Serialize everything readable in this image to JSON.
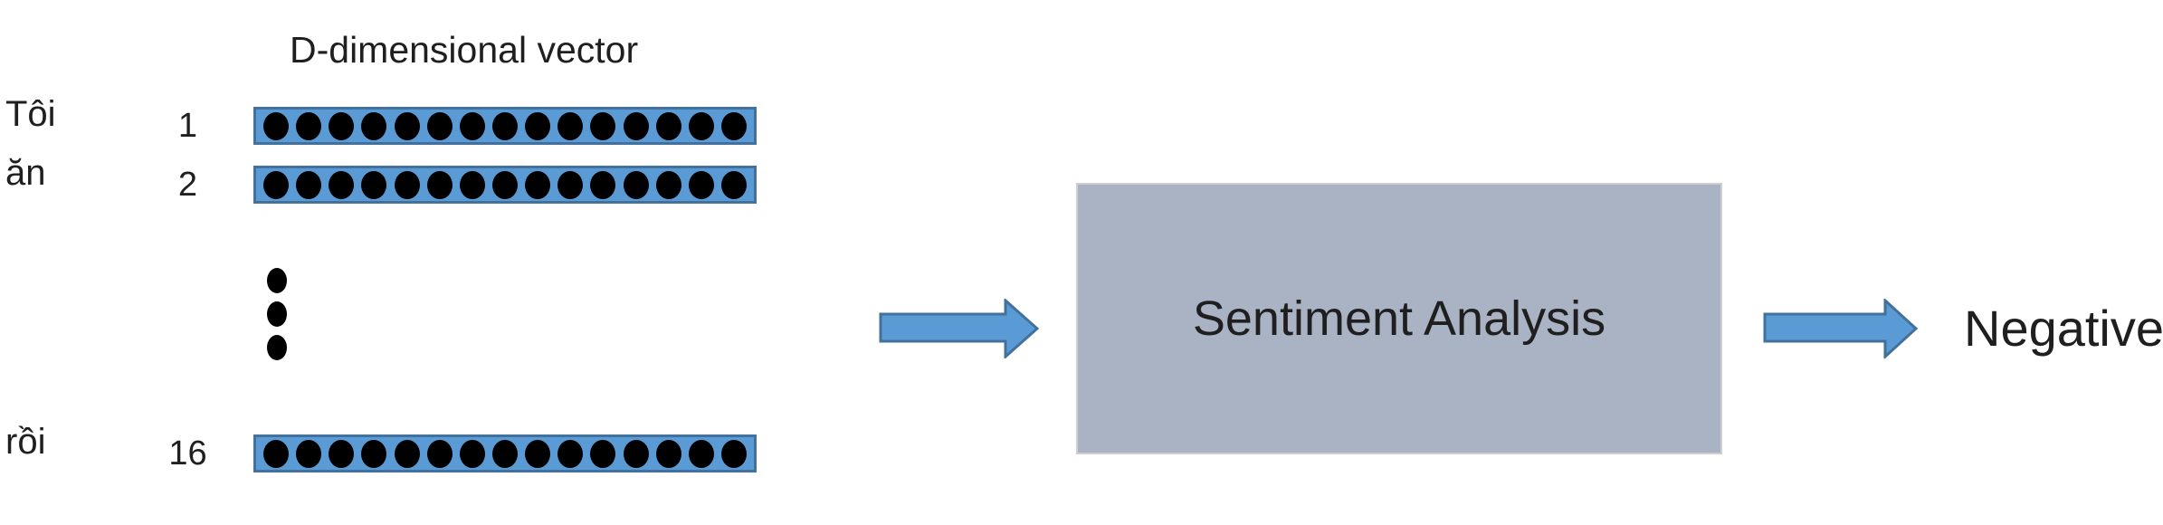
{
  "diagram": {
    "title": "D-dimensional vector",
    "rows": [
      {
        "word": "Tôi",
        "index": "1",
        "dots": 15
      },
      {
        "word": "ăn",
        "index": "2",
        "dots": 15
      },
      {
        "word": "rồi",
        "index": "16",
        "dots": 15
      }
    ],
    "ellipsis_dots": 3,
    "process_box": {
      "label": "Sentiment Analysis"
    },
    "output_label": "Negative",
    "icons": {
      "input_arrow": "right-arrow-icon",
      "output_arrow": "right-arrow-icon"
    },
    "colors": {
      "bar_fill": "#5b9bd5",
      "bar_border": "#41719c",
      "dot": "#000000",
      "box_fill": "#a9b3c4",
      "box_border": "#cfcfcf",
      "arrow_fill": "#5b9bd5",
      "arrow_border": "#41719c",
      "text": "#1f1f1f"
    }
  }
}
